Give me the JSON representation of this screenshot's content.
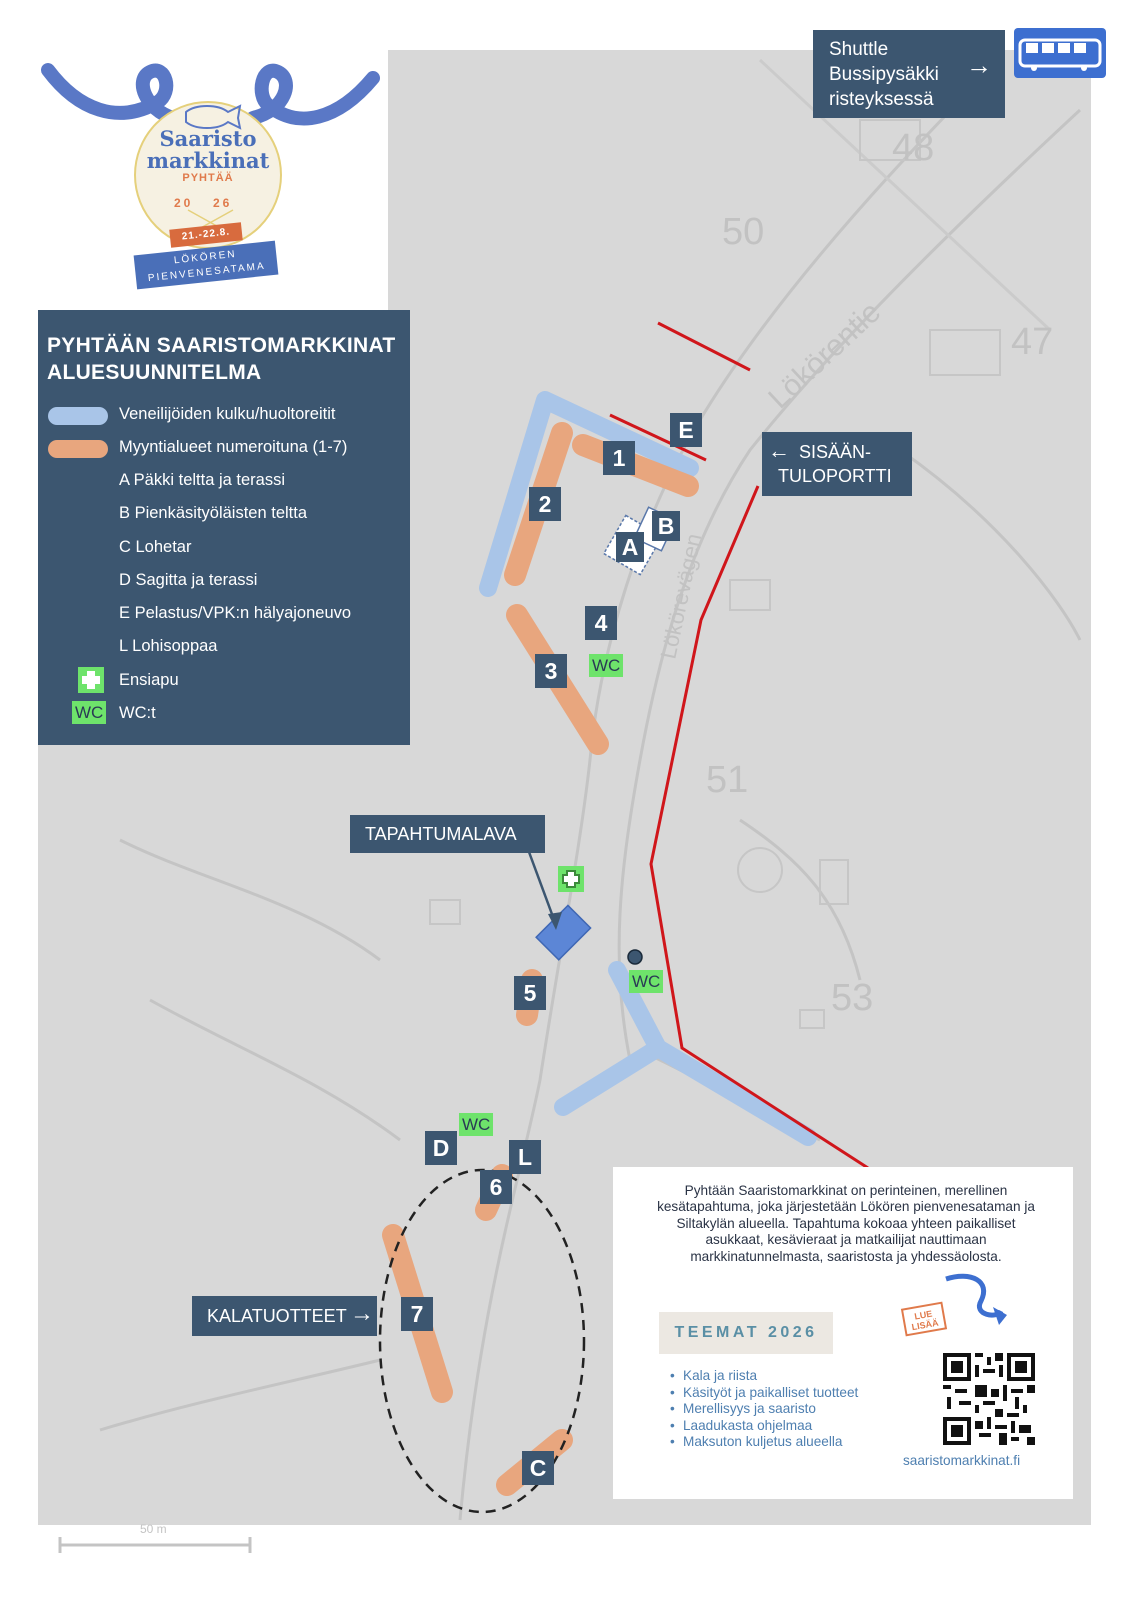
{
  "logo": {
    "name_line1": "Saaristo",
    "name_line2": "markkinat",
    "place": "PYHTÄÄ",
    "year_left": "20",
    "year_right": "26",
    "dates": "21.-22.8.",
    "venue_line1": "LÖKÖREN",
    "venue_line2": "PIENVENESATAMA"
  },
  "legend": {
    "title_line1": "PYHTÄÄN SAARISTOMARKKINAT",
    "title_line2": "ALUESUUNNITELMA",
    "items": [
      {
        "label": "Veneilijöiden kulku/huoltoreitit",
        "swatch": "#a9c5e8"
      },
      {
        "label": "Myyntialueet numeroituna (1-7)",
        "swatch": "#e8a67e"
      },
      {
        "label": "A Päkki teltta ja terassi"
      },
      {
        "label": "B Pienkäsityöläisten teltta"
      },
      {
        "label": "C Lohetar"
      },
      {
        "label": "D Sagitta ja terassi"
      },
      {
        "label": "E Pelastus/VPK:n hälyajoneuvo"
      },
      {
        "label": "L Lohisoppaa"
      },
      {
        "label": "Ensiapu",
        "icon": "first-aid-icon"
      },
      {
        "label": "WC:t",
        "badge": "WC"
      }
    ]
  },
  "shuttle": {
    "line1": "Shuttle",
    "line2": "Bussipysäkki",
    "line3": "risteyksessä",
    "icon": "bus-icon"
  },
  "entrance": {
    "line1": "SISÄÄN-",
    "line2": "TULOPORTTI"
  },
  "stage": {
    "label": "TAPAHTUMALAVA"
  },
  "fish": {
    "label": "KALATUOTTEET"
  },
  "markers": {
    "n1": "1",
    "n2": "2",
    "n3": "3",
    "n4": "4",
    "n5": "5",
    "n6": "6",
    "n7": "7",
    "a": "A",
    "b": "B",
    "c": "C",
    "d": "D",
    "e": "E",
    "l": "L",
    "wc": "WC"
  },
  "basemap": {
    "plot_48": "48",
    "plot_50": "50",
    "plot_47": "47",
    "plot_51": "51",
    "plot_53": "53",
    "road_name": "Lökörentie",
    "road_name2": "Lökörevägen",
    "scale": "50 m"
  },
  "info": {
    "intro": "Pyhtään Saaristomarkkinat on perinteinen, merellinen kesätapahtuma, joka järjestetään Lökören pienvenesataman ja Siltakylän alueella. Tapahtuma kokoaa yhteen paikalliset asukkaat, kesävieraat ja matkailijat nauttimaan markkinatunnelmasta, saaristosta ja yhdessäolosta.",
    "themes_title": "TEEMAT 2026",
    "themes": [
      "Kala ja riista",
      "Käsityöt ja paikalliset tuotteet",
      "Merellisyys ja saaristo",
      "Laadukasta ohjelmaa",
      "Maksuton kuljetus alueella"
    ],
    "read_more": "LUE LISÄÄ",
    "website": "saaristomarkkinat.fi"
  },
  "colors": {
    "panel": "#3c5670",
    "service_route": "#a9c5e8",
    "sales_area": "#e8a67e",
    "fence": "#d0161b",
    "wc": "#6ee36b",
    "map_bg": "#d6d6d6"
  }
}
